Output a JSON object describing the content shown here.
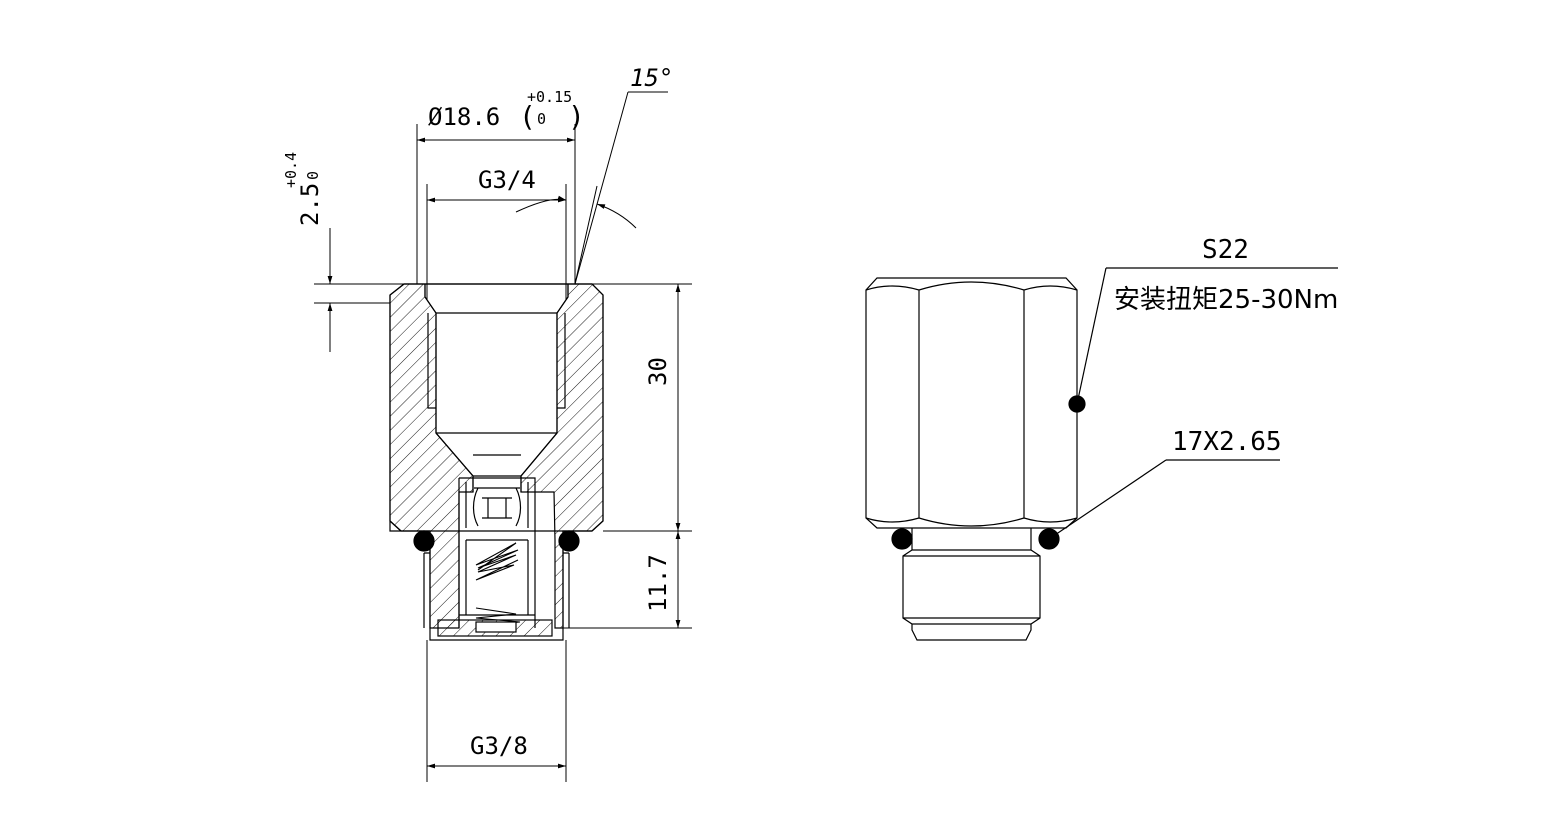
{
  "section_view": {
    "dimensions": {
      "diameter_main": "Ø18.6",
      "diameter_tol_upper": "+0.15",
      "diameter_tol_lower": "0",
      "angle": "15°",
      "thread_top": "G3/4",
      "depth_value": "2.5",
      "depth_tol_upper": "+0.4",
      "depth_tol_lower": "0",
      "height_body": "30",
      "height_stub": "11.7",
      "thread_bottom": "G3/8"
    }
  },
  "side_view": {
    "hex_size": "S22",
    "torque_note": "安装扭矩25-30Nm",
    "oring_size": "17X2.65"
  },
  "colors": {
    "line": "#000000",
    "background": "#ffffff"
  }
}
